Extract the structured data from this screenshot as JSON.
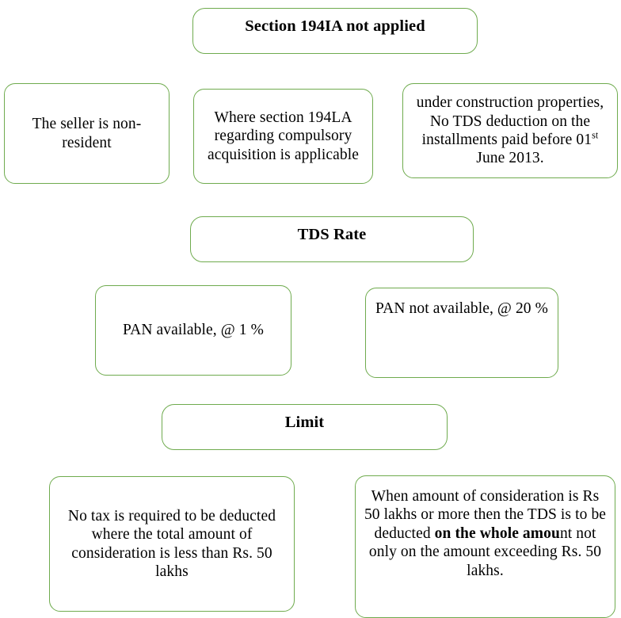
{
  "diagram": {
    "title": "Section 194IA not applied",
    "theme": {
      "border_color": "#6fab4e",
      "background_color": "#ffffff",
      "text_color": "#000000"
    },
    "sections": [
      {
        "id": "section-194ia-not-applied",
        "heading": "Section 194IA not applied",
        "items": [
          "The seller is non-resident",
          "Where section 194LA regarding compulsory acquisition is applicable",
          "under construction properties, No TDS deduction on the installments paid before 01st June 2013."
        ]
      },
      {
        "id": "tds-rate",
        "heading": "TDS Rate",
        "items": [
          "PAN available, @ 1 %",
          "PAN not available, @ 20 %"
        ]
      },
      {
        "id": "limit",
        "heading": "Limit",
        "items": [
          "No tax is required to be deducted where the total amount of consideration is less than Rs. 50 lakhs",
          "When amount of consideration is Rs 50 lakhs or more then the TDS is to be deducted on the whole amount not only on the amount exceeding Rs. 50 lakhs."
        ]
      }
    ],
    "nodes": {
      "header_194ia": "Section 194IA not applied",
      "seller_non_resident": "The seller is non-resident",
      "section_194la": "Where section 194LA regarding compulsory acquisition is applicable",
      "under_construction_line1": "under construction properties,",
      "under_construction_line2": "No TDS deduction on the",
      "under_construction_line3_pre": "installments paid before 01",
      "under_construction_line3_sup": "st",
      "under_construction_line4": "June 2013.",
      "header_tds_rate": "TDS Rate",
      "pan_available": "PAN available, @ 1 %",
      "pan_not_available": "PAN not available, @ 20 %",
      "header_limit": "Limit",
      "no_tax_required": "No tax is required to be deducted where the total amount of consideration is less than Rs. 50 lakhs",
      "whole_amount_pre": "When amount of consideration is Rs 50 lakhs or more then the TDS is to be deducted ",
      "whole_amount_bold": "on the whole amou",
      "whole_amount_post": "nt not only on the amount exceeding Rs. 50 lakhs."
    }
  }
}
